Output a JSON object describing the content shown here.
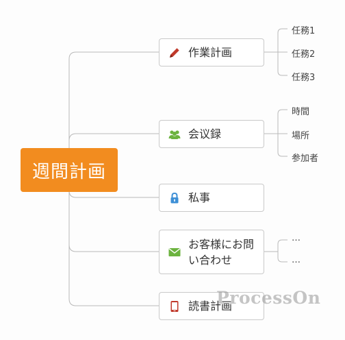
{
  "central": {
    "label": "週間計画",
    "color": "#f28c1f"
  },
  "branches": [
    {
      "label": "作業計画",
      "icon": "pencil-icon",
      "icon_color": "#c0392b",
      "leaves": [
        "任務1",
        "任務2",
        "任務3"
      ]
    },
    {
      "label": "会议録",
      "icon": "people-icon",
      "icon_color": "#6cb33f",
      "leaves": [
        "時間",
        "場所",
        "参加者"
      ]
    },
    {
      "label": "私事",
      "icon": "lock-icon",
      "icon_color": "#3d8fd6",
      "leaves": []
    },
    {
      "label_line1": "お客様にお問",
      "label_line2": "い合わせ",
      "icon": "envelope-icon",
      "icon_color": "#6cb33f",
      "leaves": [
        "…",
        "…"
      ]
    },
    {
      "label": "読書計画",
      "icon": "tablet-icon",
      "icon_color": "#c0392b",
      "leaves": []
    }
  ],
  "watermark": "ProcessOn"
}
